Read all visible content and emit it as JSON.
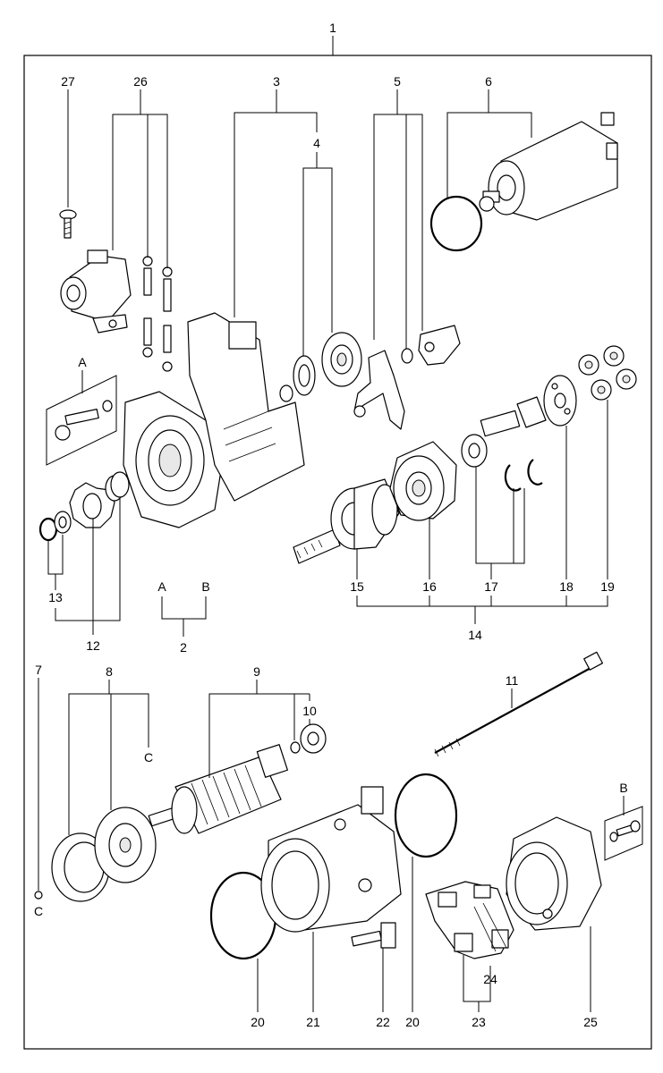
{
  "callouts": {
    "n1": "1",
    "n2": "2",
    "n3": "3",
    "n4": "4",
    "n5": "5",
    "n6": "6",
    "n7": "7",
    "n8": "8",
    "n9": "9",
    "n10": "10",
    "n11": "11",
    "n12": "12",
    "n13": "13",
    "n14": "14",
    "n15": "15",
    "n16": "16",
    "n17": "17",
    "n18": "18",
    "n19": "19",
    "n20a": "20",
    "n20b": "20",
    "n21": "21",
    "n22": "22",
    "n23": "23",
    "n24": "24",
    "n25": "25",
    "n26": "26",
    "n27": "27"
  },
  "letters": {
    "a_detail": "A",
    "a_ref": "A",
    "b_ref": "B",
    "b_detail": "B",
    "c_top": "C",
    "c_bottom": "C"
  }
}
